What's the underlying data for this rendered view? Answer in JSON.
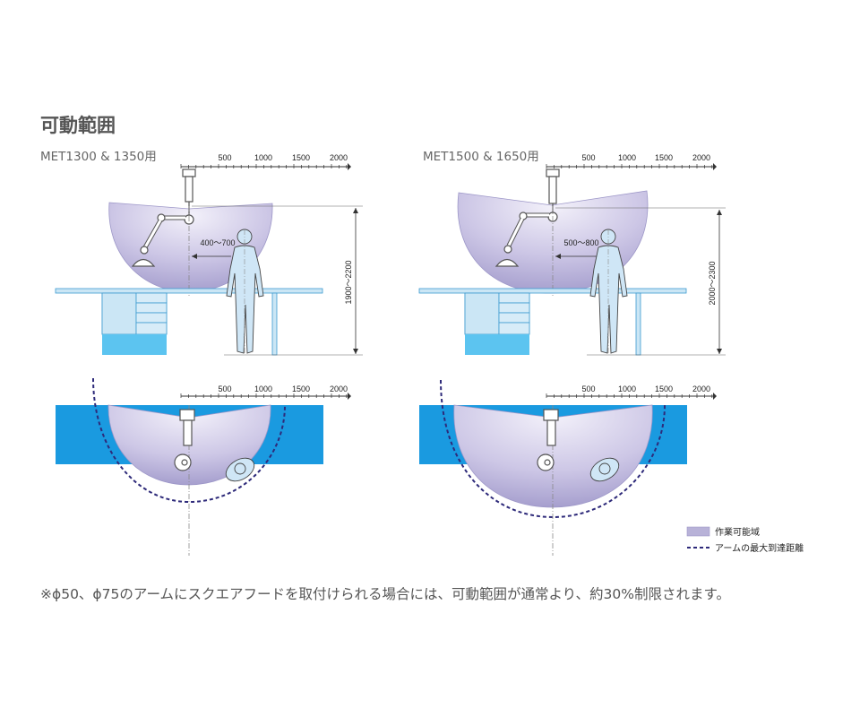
{
  "page": {
    "title": "可動範囲",
    "note": "※ϕ50、ϕ75のアームにスクエアフードを取付けられる場合には、可動範囲が通常より、約30%制限されます。"
  },
  "colors": {
    "work_area": "#b8b2d8",
    "reach_line": "#2e2a7a",
    "desk_blue": "#1a9ae0",
    "cabinet_blue": "#5cc4f0",
    "human": "#cfe6f6"
  },
  "panels": [
    {
      "model": "MET1300 & 1350用",
      "scale_ticks": [
        "500",
        "1000",
        "1500",
        "2000"
      ],
      "reach_label": "400～700",
      "height_label": "1900～2200",
      "plan_scale_ticks": [
        "500",
        "1000",
        "1500",
        "2000"
      ]
    },
    {
      "model": "MET1500 & 1650用",
      "scale_ticks": [
        "500",
        "1000",
        "1500",
        "2000"
      ],
      "reach_label": "500～800",
      "height_label": "2000～2300",
      "plan_scale_ticks": [
        "500",
        "1000",
        "1500",
        "2000"
      ]
    }
  ],
  "legend": {
    "work_area": "作業可能域",
    "max_reach": "アームの最大到達距離"
  }
}
